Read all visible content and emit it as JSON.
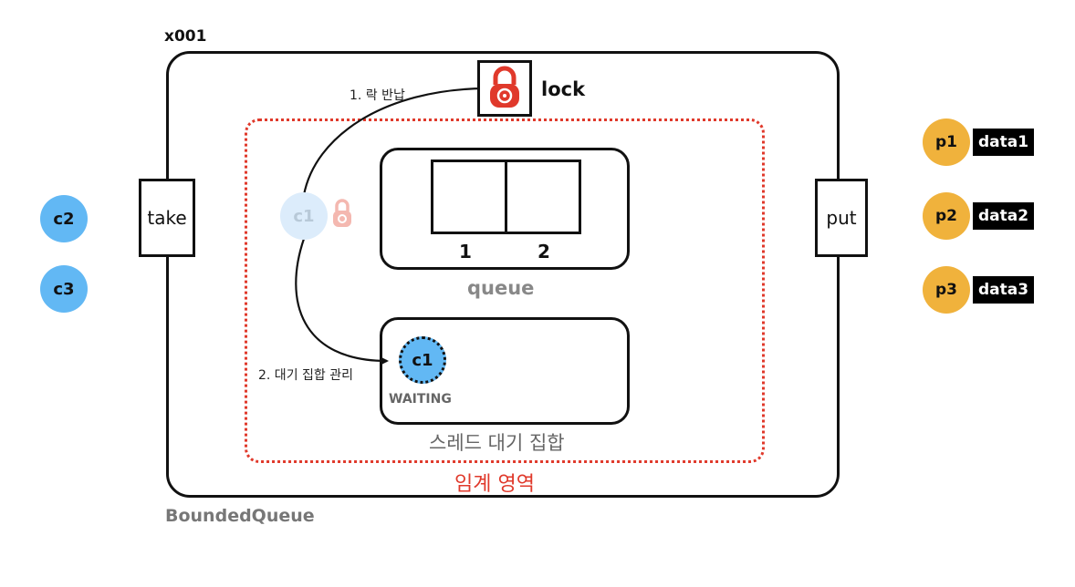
{
  "address": "x001",
  "lock": {
    "label": "lock",
    "icon": "padlock-icon"
  },
  "steps": {
    "return_lock": "1. 락 반납",
    "manage_wait_set": "2. 대기 집합 관리"
  },
  "queue": {
    "label": "queue",
    "slots": [
      "1",
      "2"
    ]
  },
  "wait_set": {
    "label": "스레드 대기 집합",
    "thread": "c1",
    "state": "WAITING"
  },
  "critical_section": {
    "label": "임계 영역"
  },
  "bounded_queue": {
    "label": "BoundedQueue",
    "take_label": "take",
    "put_label": "put"
  },
  "moving_thread": {
    "name": "c1"
  },
  "consumers": [
    "c2",
    "c3"
  ],
  "producers": [
    {
      "name": "p1",
      "data": "data1"
    },
    {
      "name": "p2",
      "data": "data2"
    },
    {
      "name": "p3",
      "data": "data3"
    }
  ],
  "colors": {
    "consumer": "#62b8f4",
    "producer": "#f0b23c",
    "critical": "#e0392b",
    "lock_red": "#e0392b",
    "data_tag_bg": "#000000",
    "data_tag_fg": "#ffffff"
  }
}
